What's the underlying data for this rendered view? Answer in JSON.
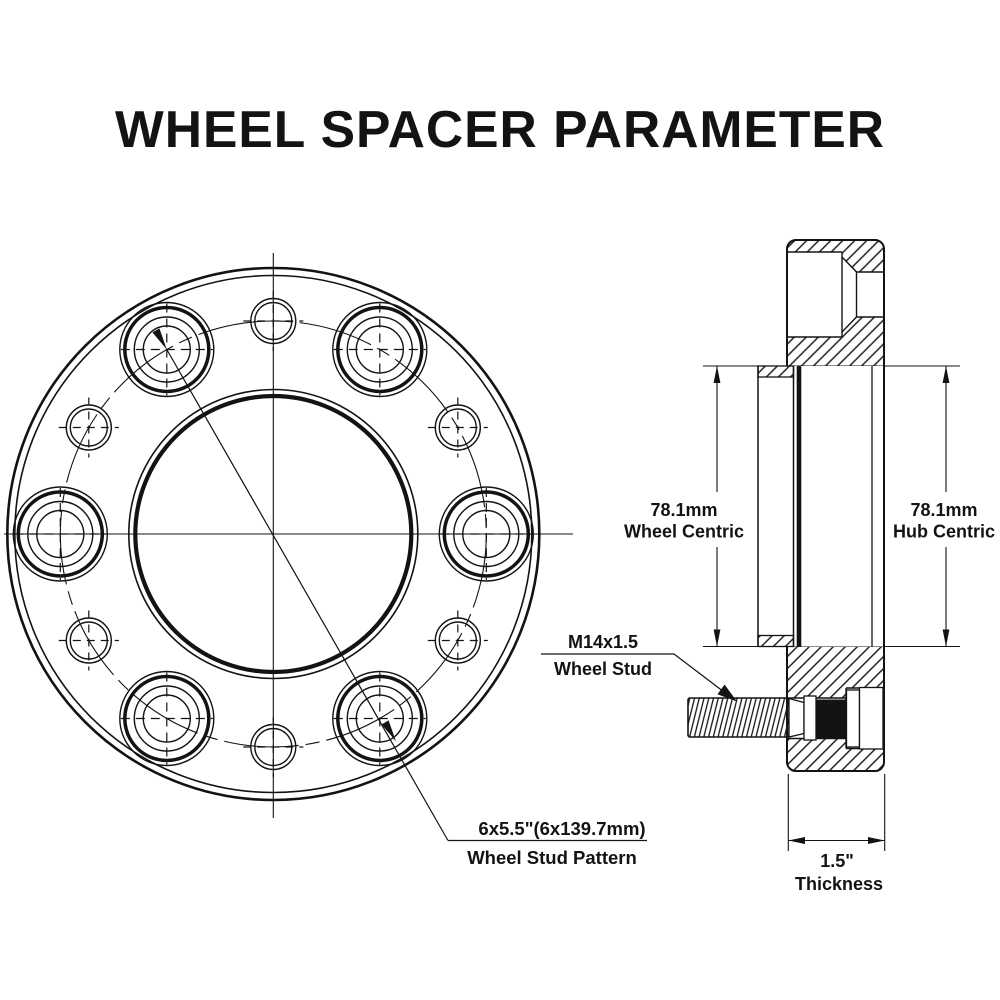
{
  "page": {
    "title": "WHEEL SPACER PARAMETER"
  },
  "front_view": {
    "stud_pattern": {
      "line1": "6x5.5\"(6x139.7mm)",
      "line2": "Wheel Stud Pattern"
    }
  },
  "side_view": {
    "wheel_centric": {
      "value": "78.1mm",
      "label": "Wheel Centric"
    },
    "hub_centric": {
      "value": "78.1mm",
      "label": "Hub Centric"
    },
    "wheel_stud": {
      "value": "M14x1.5",
      "label": "Wheel Stud"
    },
    "thickness": {
      "value": "1.5\"",
      "label": "Thickness"
    }
  },
  "colors": {
    "line": "#131313",
    "background": "#ffffff"
  }
}
